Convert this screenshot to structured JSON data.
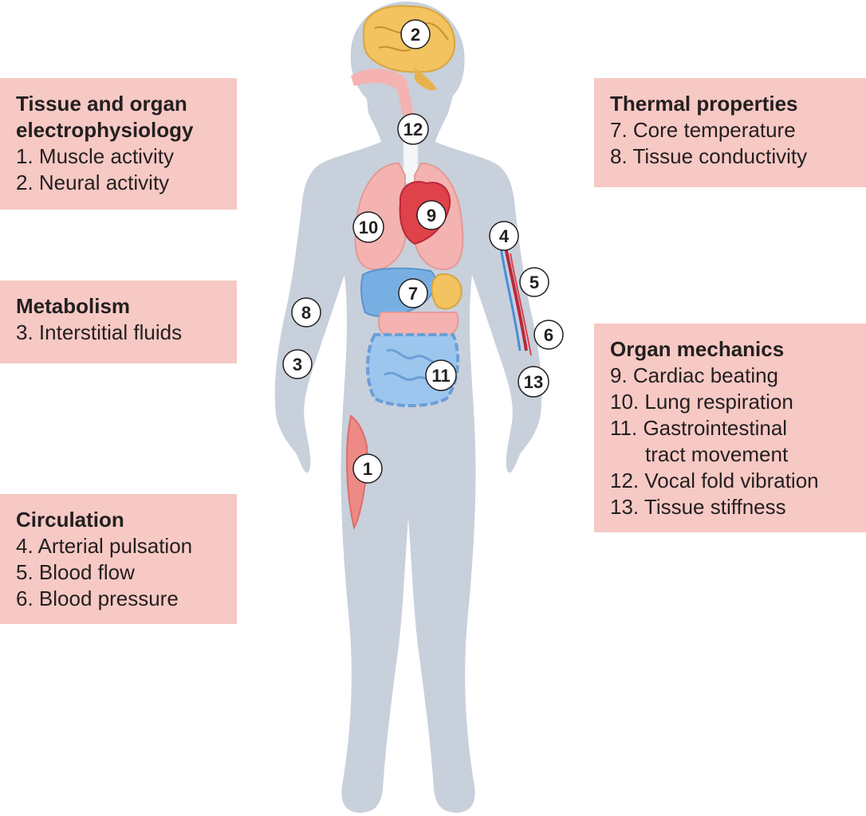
{
  "groups": {
    "electro": {
      "title_line1": "Tissue and organ",
      "title_line2": "electrophysiology",
      "items": [
        "1. Muscle activity",
        "2. Neural activity"
      ]
    },
    "metabolism": {
      "title": "Metabolism",
      "items": [
        "3. Interstitial fluids"
      ]
    },
    "circulation": {
      "title": "Circulation",
      "items": [
        "4. Arterial pulsation",
        "5. Blood flow",
        "6. Blood pressure"
      ]
    },
    "thermal": {
      "title": "Thermal properties",
      "items": [
        "7. Core temperature",
        "8. Tissue conductivity"
      ]
    },
    "mechanics": {
      "title": "Organ mechanics",
      "items": [
        "9. Cardiac beating",
        "10. Lung respiration",
        "11. Gastrointestinal",
        "tract movement",
        "12. Vocal fold vibration",
        "13. Tissue stiffness"
      ]
    }
  },
  "markers": {
    "m1": "1",
    "m2": "2",
    "m3": "3",
    "m4": "4",
    "m5": "5",
    "m6": "6",
    "m7": "7",
    "m8": "8",
    "m9": "9",
    "m10": "10",
    "m11": "11",
    "m12": "12",
    "m13": "13"
  },
  "colors": {
    "box_fill": "#f7c9c4",
    "body_silhouette": "#c8d0dc",
    "brain": "#f2c35f",
    "heart": "#e0424a",
    "lungs": "#f4b3b0",
    "liver": "#78afe3",
    "intestine": "#9dc6ee",
    "muscle": "#ee8a86"
  }
}
